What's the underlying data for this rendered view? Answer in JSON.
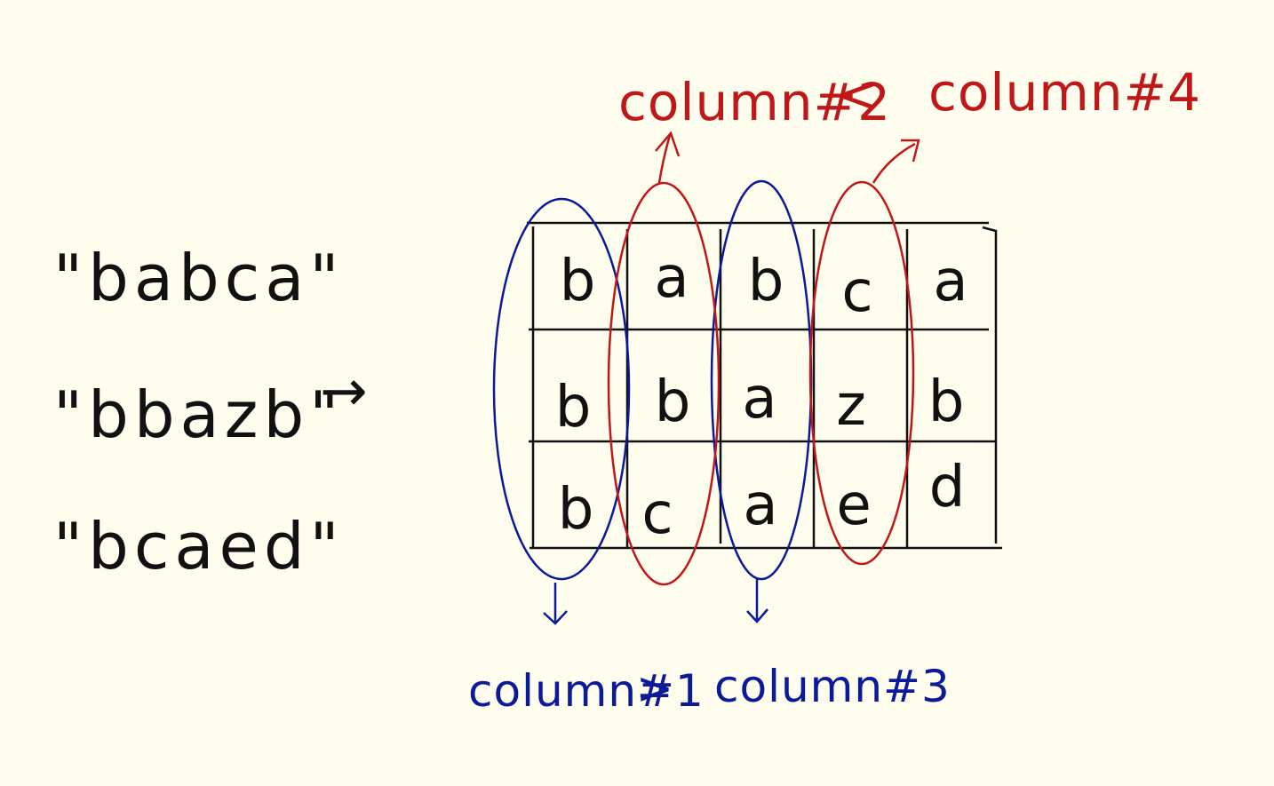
{
  "strings": [
    "\"babca\"",
    "\"bbazb\"",
    "\"bcaed\""
  ],
  "arrow": "→",
  "grid": [
    [
      "b",
      "a",
      "b",
      "c",
      "a"
    ],
    [
      "b",
      "b",
      "a",
      "z",
      "b"
    ],
    [
      "b",
      "c",
      "a",
      "e",
      "d"
    ]
  ],
  "top_labels": {
    "left": "column#2",
    "comparator": "<",
    "right": "column#4"
  },
  "bottom_labels": {
    "left": "column#1",
    "comparator": ">",
    "right": "column#3"
  },
  "colors": {
    "background": "#fefdee",
    "ink": "#111111",
    "red": "#c01818",
    "blue": "#0c1a9a"
  }
}
